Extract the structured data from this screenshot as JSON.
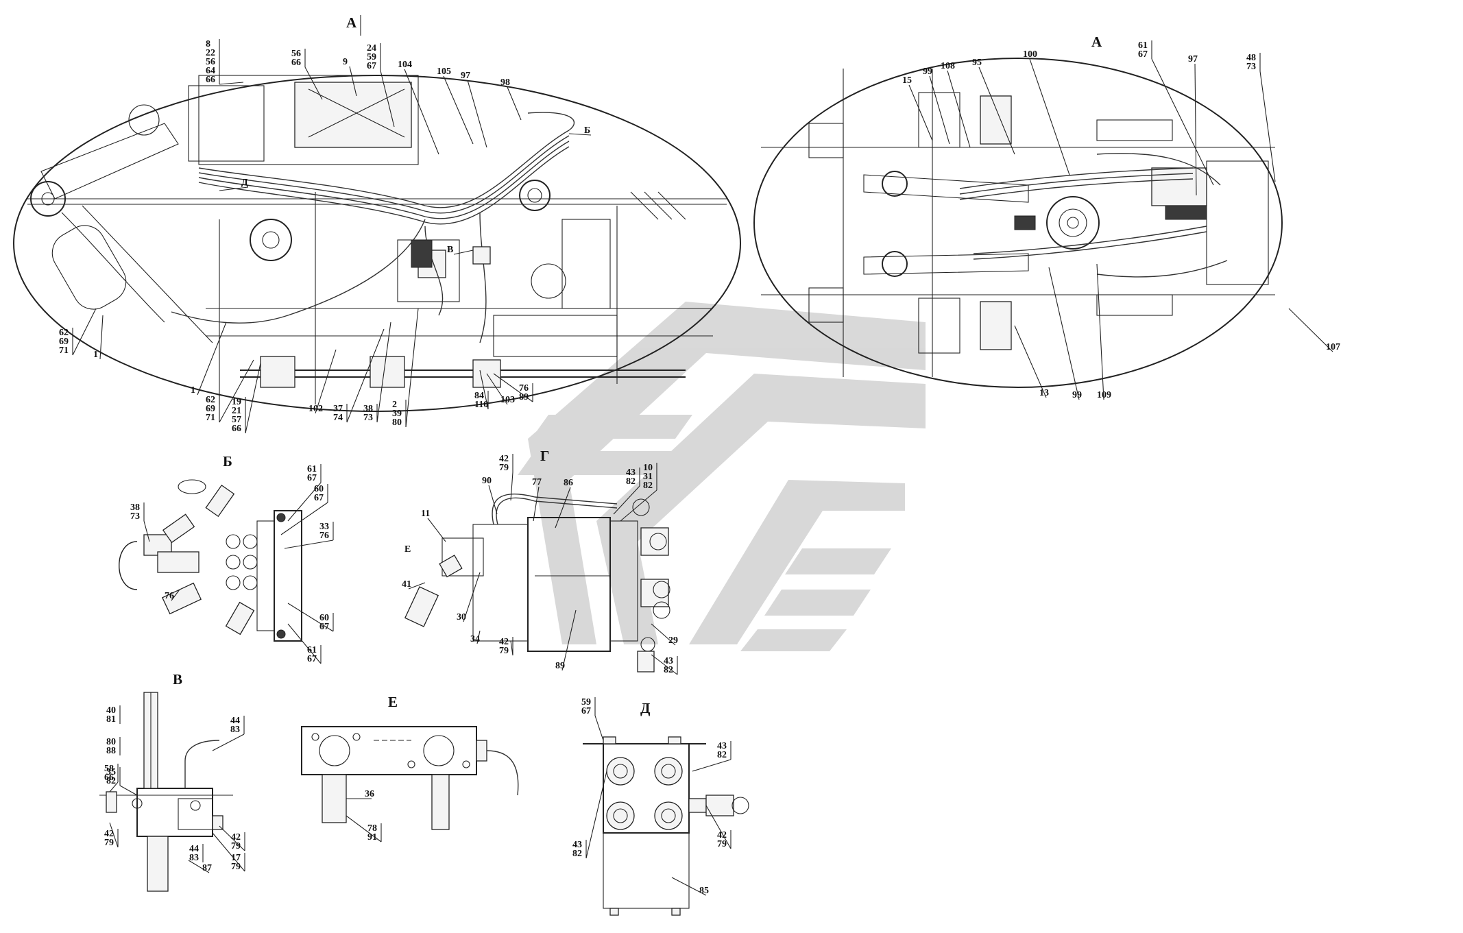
{
  "views": {
    "view_a_left": {
      "labels": [
        "A",
        "8\n22\n56\n64\n66",
        "56\n66",
        "9",
        "24\n59\n67",
        "104",
        "105",
        "97",
        "98",
        "Б",
        "Д",
        "В",
        "62\n69\n71",
        "1",
        "1",
        "62\n69\n71",
        "19\n21\n57\n66",
        "102",
        "37\n74",
        "38\n73",
        "2\n39\n80",
        "84\n110",
        "103",
        "76\n89"
      ]
    },
    "view_a_right": {
      "title": "A",
      "labels": [
        "15",
        "99",
        "108",
        "95",
        "100",
        "61\n67",
        "97",
        "48\n73",
        "107",
        "13",
        "99",
        "109"
      ]
    },
    "view_b": {
      "title": "Б",
      "labels": [
        "38\n73",
        "61\n67",
        "60\n67",
        "33\n76",
        "76",
        "60\n67",
        "61\n67"
      ]
    },
    "view_g": {
      "title": "Г",
      "labels": [
        "42\n79",
        "90",
        "77",
        "86",
        "43\n82",
        "10\n31\n82",
        "11",
        "E",
        "41",
        "30",
        "34",
        "42\n79",
        "89",
        "29",
        "43\n82"
      ]
    },
    "view_v": {
      "title": "В",
      "labels": [
        "40\n81",
        "80\n88",
        "35\n82",
        "58\n66",
        "44\n83",
        "42\n79",
        "42\n79",
        "17\n79",
        "87",
        "44\n83"
      ]
    },
    "view_e": {
      "title": "Е",
      "labels": [
        "36",
        "78\n91"
      ]
    },
    "view_d": {
      "title": "Д",
      "labels": [
        "59\n67",
        "43\n82",
        "43\n82",
        "42\n79",
        "85"
      ]
    }
  },
  "colors": {
    "ink": "#222222",
    "watermark": "#cfcfcf"
  }
}
